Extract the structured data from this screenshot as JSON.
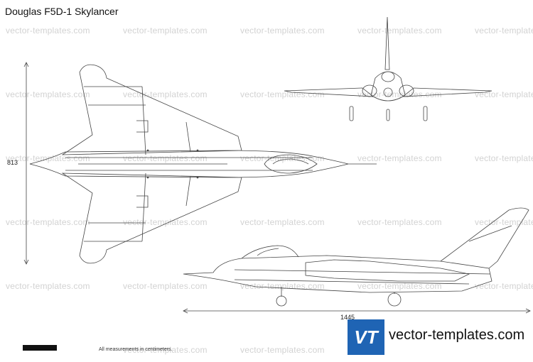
{
  "title": "Douglas F5D-1 Skylancer",
  "watermark": "vector-templates.com",
  "dimensions": {
    "height_label": "813",
    "length_label": "1445"
  },
  "note": "All measurements in centimeters.",
  "brand": {
    "logo_text": "VT",
    "site": "vector-templates.com"
  },
  "colors": {
    "line": "#444444",
    "watermark": "#d2d2d2",
    "logo": "#1f64b4"
  }
}
